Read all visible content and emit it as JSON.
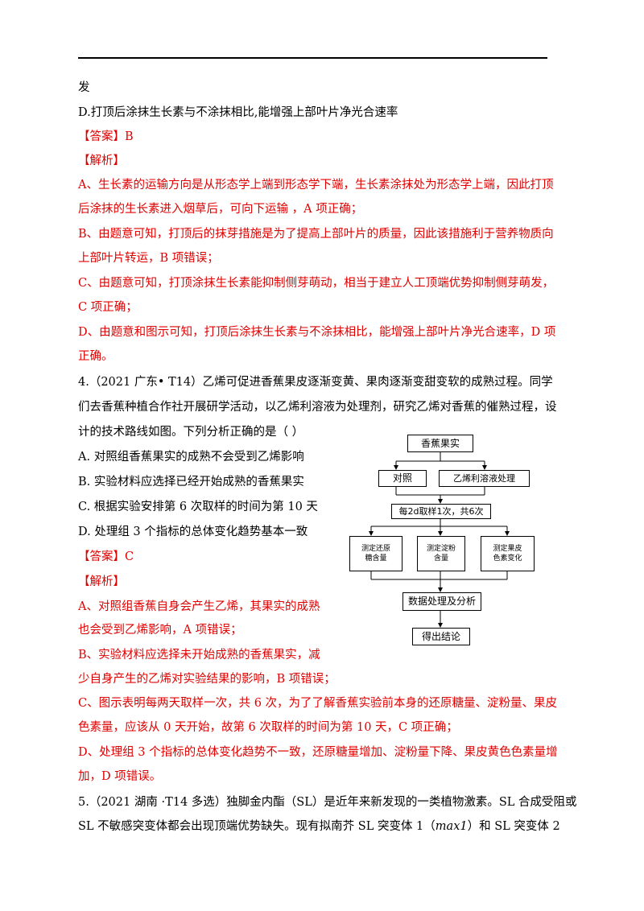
{
  "lines": {
    "l0": "发",
    "l1": "D.打顶后涂抹生长素与不涂抹相比,能增强上部叶片净光合速率",
    "l2": "【答案】B",
    "l3": "【解析】",
    "l4": "A、生长素的运输方向是从形态学上端到形态学下端，生长素涂抹处为形态学上端，因此打顶",
    "l5": "后涂抹的生长素进入烟草后，可向下运输 ，A 项正确；",
    "l6": "B、由题意可知，打顶后的抹芽措施是为了提高上部叶片的质量，因此该措施利于营养物质向",
    "l7": "上部叶片转运，B 项错误；",
    "l8": "C、由题意可知，打顶涂抹生长素能抑制侧芽萌动，相当于建立人工顶端优势抑制侧芽萌发，",
    "l9": "C 项正确；",
    "l10": "D、由题意和图示可知，打顶后涂抹生长素与不涂抹相比，能增强上部叶片净光合速率，D 项",
    "l11": "正确。",
    "l12": "4.（2021 广东• T14）乙烯可促进香蕉果皮逐渐变黄、果肉逐渐变甜变软的成熟过程。同学",
    "l13": "们去香蕉种植合作社开展研学活动，以乙烯利溶液为处理剂，研究乙烯对香蕉的催熟过程，设",
    "l14": "计的技术路线如图。下列分析正确的是（    ）",
    "l15": "A.   对照组香蕉果实的成熟不会受到乙烯影响",
    "l16": "B.   实验材料应选择已经开始成熟的香蕉果实",
    "l17": "C.   根据实验安排第 6 次取样的时间为第 10 天",
    "l18": "D.   处理组 3 个指标的总体变化趋势基本一致",
    "l19": "【答案】C",
    "l20": "【解析】",
    "l21": "A、对照组香蕉自身会产生乙烯，其果实的成熟",
    "l22": "也会受到乙烯影响，A 项错误；",
    "l23": "B、实验材料应选择未开始成熟的香蕉果实，减",
    "l24": "少自身产生的乙烯对实验结果的影响，B 项错误；",
    "l25": "C、图示表明每两天取样一次，共 6 次，为了了解香蕉实验前本身的还原糖量、淀粉量、果皮",
    "l26": "色素量，应该从 0 天开始，故第 6 次取样的时间为第 10 天，C 项正确；",
    "l27": "D、处理组 3 个指标的总体变化趋势不一致，还原糖量增加、淀粉量下降、果皮黄色色素量增",
    "l28": "加，D 项错误。",
    "l29": "5.（2021 湖南 ·T14 多选）独脚金内酯（SL）是近年来新发现的一类植物激素。SL 合成受阻或",
    "l30": "SL 不敏感突变体都会出现顶端优势缺失。现有拟南芥 SL 突变体 1（",
    "l30b": "max1",
    "l30c": "）和 SL 突变体 2"
  },
  "flowchart": {
    "banana": "香蕉果实",
    "control": "对照",
    "ethephon": "乙烯利溶液处理",
    "sampling": "每2d取样1次，共6次",
    "m1a": "测定还原",
    "m1b": "糖含量",
    "m2a": "测定淀粉",
    "m2b": "含量",
    "m3a": "测定果皮",
    "m3b": "色素变化",
    "data": "数据处理及分析",
    "conclusion": "得出结论"
  }
}
